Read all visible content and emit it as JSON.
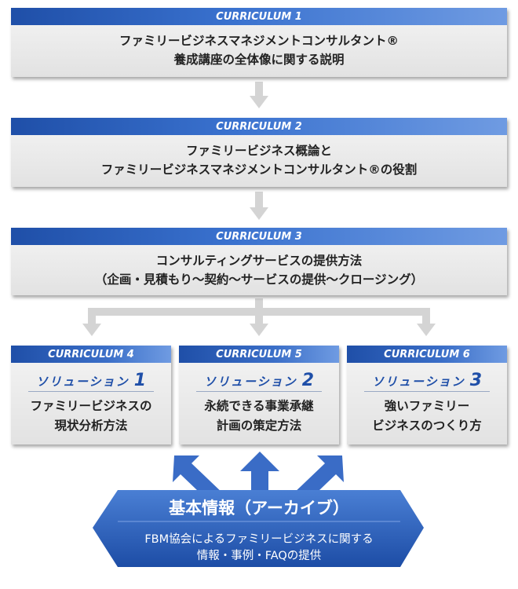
{
  "curricula": [
    {
      "label": "CURRICULUM 1",
      "line1": "ファミリービジネスマネジメントコンサルタント®",
      "line2": "養成講座の全体像に関する説明"
    },
    {
      "label": "CURRICULUM 2",
      "line1": "ファミリービジネス概論と",
      "line2": "ファミリービジネスマネジメントコンサルタント®の役割"
    },
    {
      "label": "CURRICULUM 3",
      "line1": "コンサルティングサービスの提供方法",
      "line2": "（企画・見積もり〜契約〜サービスの提供〜クロージング）"
    }
  ],
  "solutions": [
    {
      "label": "CURRICULUM 4",
      "sol_label": "ソリューション",
      "sol_num": "1",
      "line1": "ファミリービジネスの",
      "line2": "現状分析方法"
    },
    {
      "label": "CURRICULUM 5",
      "sol_label": "ソリューション",
      "sol_num": "2",
      "line1": "永続できる事業承継",
      "line2": "計画の策定方法"
    },
    {
      "label": "CURRICULUM 6",
      "sol_label": "ソリューション",
      "sol_num": "3",
      "line1": "強いファミリー",
      "line2": "ビジネスのつくり方"
    }
  ],
  "base": {
    "title": "基本情報（アーカイブ）",
    "desc1": "FBM協会によるファミリービジネスに関する",
    "desc2": "情報・事例・FAQの提供"
  },
  "colors": {
    "accent": "#2a5cb8",
    "arrow_gray": "#d4d4d4",
    "box_bg": "#ececec"
  }
}
